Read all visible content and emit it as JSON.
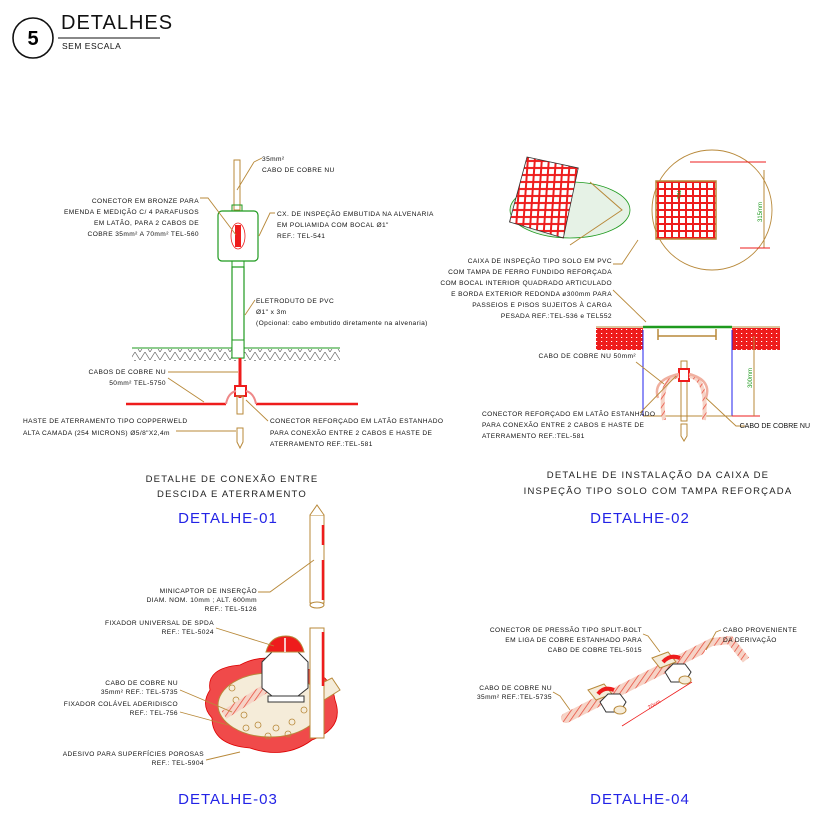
{
  "header": {
    "number": "5",
    "title": "DETALHES",
    "subtitle": "SEM ESCALA"
  },
  "detail1": {
    "cable_top": [
      "35mm²",
      "CABO DE COBRE NU"
    ],
    "connector_bronze": [
      "CONECTOR EM BRONZE PARA",
      "EMENDA E MEDIÇÃO C/ 4 PARAFUSOS",
      "EM LATÃO, PARA 2 CABOS DE",
      "COBRE 35mm² A 70mm² TEL-560"
    ],
    "inspection_box": [
      "CX. DE INSPEÇÃO EMBUTIDA NA ALVENARIA",
      "EM POLIAMIDA COM BOCAL Ø1\"",
      "REF.: TEL-541"
    ],
    "conduit": [
      "ELETRODUTO DE PVC",
      "Ø1\" x 3m",
      "(Opcional: cabo embutido diretamente na alvenaria)"
    ],
    "cables": [
      "CABOS DE COBRE NU",
      "50mm² TEL-5750"
    ],
    "rod": [
      "HASTE DE ATERRAMENTO TIPO COPPERWELD",
      "ALTA CAMADA (254 MICRONS) Ø5/8\"X2,4m"
    ],
    "connector": [
      "CONECTOR REFORÇADO EM LATÃO ESTANHADO",
      "PARA CONEXÃO ENTRE 2 CABOS E HASTE DE",
      "ATERRAMENTO REF.:TEL-581"
    ],
    "caption": [
      "DETALHE DE CONEXÃO ENTRE",
      "DESCIDA E ATERRAMENTO"
    ],
    "label": "DETALHE-01"
  },
  "detail2": {
    "box": [
      "CAIXA DE INSPEÇÃO TIPO SOLO EM PVC",
      "COM TAMPA DE FERRO FUNDIDO REFORÇADA",
      "COM BOCAL INTERIOR QUADRADO ARTICULADO",
      "E BORDA EXTERIOR REDONDA ø300mm PARA",
      "PASSEIOS E PISOS SUJEITOS À CARGA",
      "PESADA REF.:TEL-536 e TEL552"
    ],
    "dim_width": "315mm",
    "dim_depth": "300mm",
    "cable_50": "CABO DE COBRE NU 50mm²",
    "connector": [
      "CONECTOR REFORÇADO EM LATÃO ESTANHADO",
      "PARA CONEXÃO ENTRE 2 CABOS E HASTE DE",
      "ATERRAMENTO REF.:TEL-581"
    ],
    "cable": "CABO DE COBRE NU",
    "caption": [
      "DETALHE DE INSTALAÇÃO DA CAIXA DE",
      "INSPEÇÃO TIPO SOLO COM TAMPA REFORÇADA"
    ],
    "label": "DETALHE-02"
  },
  "detail3": {
    "minicaptor": [
      "MINICAPTOR DE INSERÇÃO",
      "DIAM. NOM. 10mm ; ALT. 600mm",
      "REF.: TEL-5126"
    ],
    "fixer": [
      "FIXADOR UNIVERSAL DE SPDA",
      "REF.: TEL-5024"
    ],
    "cable": [
      "CABO DE COBRE NU",
      "35mm² REF.: TEL-5735"
    ],
    "disc": [
      "FIXADOR COLÁVEL ADERIDISCO",
      "REF.: TEL-756"
    ],
    "adhesive": [
      "ADESIVO PARA SUPERFÍCIES POROSAS",
      "REF.: TEL-5904"
    ],
    "label": "DETALHE-03"
  },
  "detail4": {
    "splitbolt": [
      "CONECTOR DE PRESSÃO TIPO SPLIT-BOLT",
      "EM LIGA DE COBRE ESTANHADO PARA",
      "CABO DE  COBRE TEL-5015"
    ],
    "derivation": [
      "CABO PROVENIENTE",
      "DA DERIVAÇÃO"
    ],
    "cable": [
      "CABO DE COBRE NU",
      "35mm² REF.:TEL-5735"
    ],
    "dim": "20cm",
    "label": "DETALHE-04"
  },
  "colors": {
    "copper": "#b8893a",
    "red": "#ee1c1c",
    "green": "#1e9a1e",
    "blue_label": "#2323e6"
  }
}
